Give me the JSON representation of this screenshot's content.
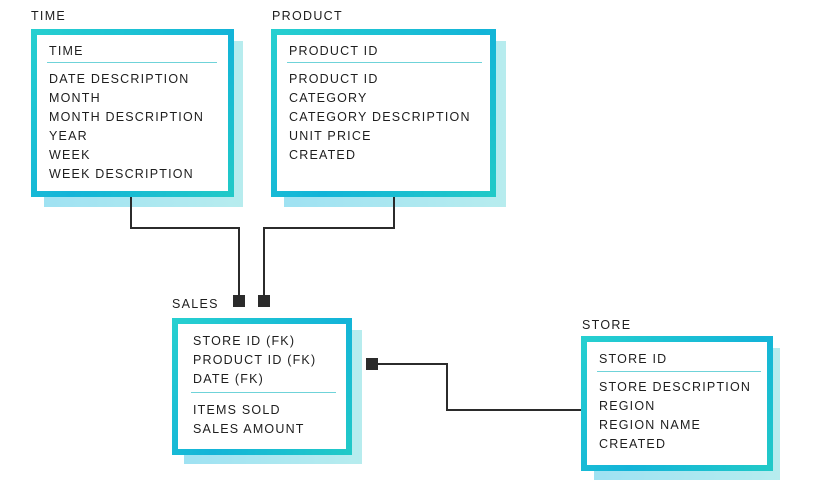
{
  "time": {
    "title": "TIME",
    "key": "TIME",
    "attributes": [
      "DATE DESCRIPTION",
      "MONTH",
      "MONTH DESCRIPTION",
      "YEAR",
      "WEEK",
      "WEEK DESCRIPTION"
    ]
  },
  "product": {
    "title": "PRODUCT",
    "key": "PRODUCT ID",
    "attributes": [
      "PRODUCT ID",
      "CATEGORY",
      "CATEGORY DESCRIPTION",
      "UNIT PRICE",
      "CREATED"
    ]
  },
  "sales": {
    "title": "SALES",
    "keys": [
      "STORE ID (FK)",
      "PRODUCT ID (FK)",
      "DATE (FK)"
    ],
    "attributes": [
      "ITEMS SOLD",
      "SALES AMOUNT"
    ]
  },
  "store": {
    "title": "STORE",
    "key": "STORE ID",
    "attributes": [
      "STORE DESCRIPTION",
      "REGION",
      "REGION NAME",
      "CREATED"
    ]
  },
  "colors": {
    "frame": "#1ec5c8",
    "shadow": "#8ee0ec",
    "divider": "#6fd3d9",
    "connector": "#2b2b2b"
  }
}
